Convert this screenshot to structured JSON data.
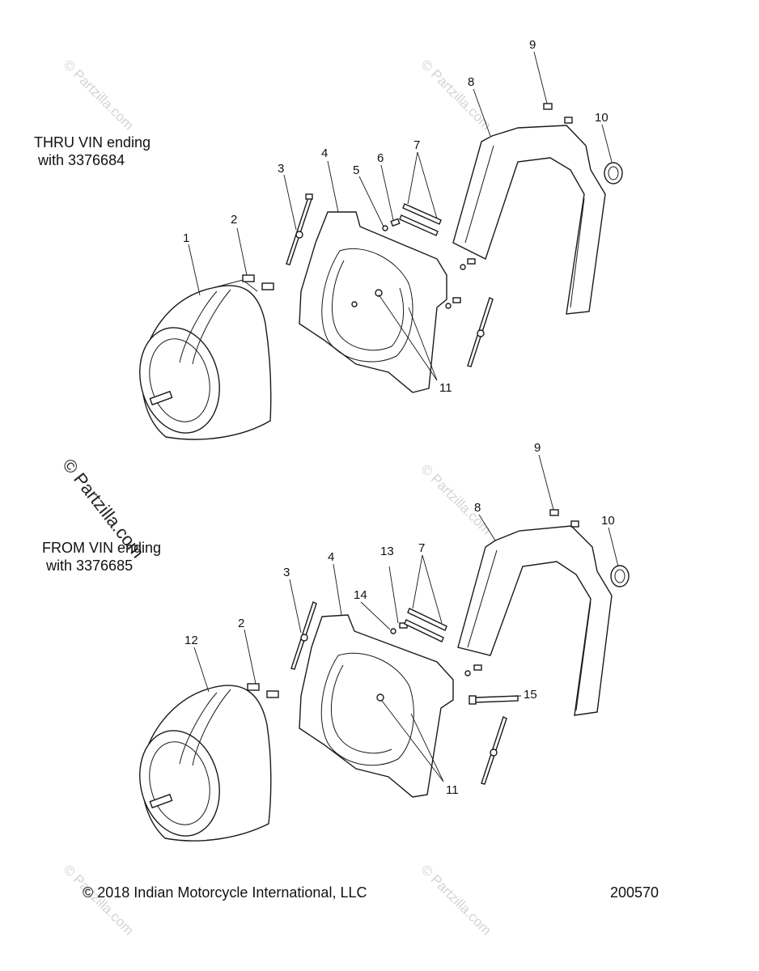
{
  "diagram": {
    "section_top_title": "THRU VIN ending\n with 3376684",
    "section_bottom_title": "FROM VIN ending\n with 3376685",
    "copyright": "© 2018 Indian Motorcycle International, LLC",
    "figure_number": "200570",
    "watermark": "© Partzilla.com",
    "callouts_top": [
      "1",
      "2",
      "3",
      "4",
      "5",
      "6",
      "7",
      "8",
      "9",
      "10",
      "11"
    ],
    "callouts_bottom": [
      "12",
      "2",
      "3",
      "4",
      "14",
      "13",
      "7",
      "8",
      "9",
      "10",
      "15",
      "11"
    ]
  }
}
